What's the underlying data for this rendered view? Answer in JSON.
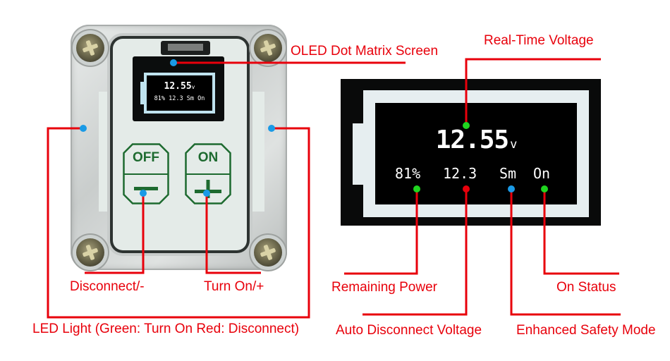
{
  "device": {
    "buttons": [
      {
        "label": "OFF",
        "symbol": "minus"
      },
      {
        "label": "ON",
        "symbol": "plus"
      }
    ],
    "mini_screen": {
      "voltage": "12.55",
      "unit": "v",
      "status_row": "81% 12.3 Sm On"
    }
  },
  "oled": {
    "voltage": "12.55",
    "unit": "v",
    "remaining_power": "81%",
    "auto_disconnect_voltage": "12.3",
    "safety_mode": "Sm",
    "on_status": "On"
  },
  "labels": {
    "oled_screen": "OLED Dot Matrix Screen",
    "real_time_voltage": "Real-Time Voltage",
    "disconnect": "Disconnect/-",
    "turn_on": "Turn On/+",
    "led_light": "LED Light  (Green: Turn On Red: Disconnect)",
    "remaining_power": "Remaining Power",
    "on_status": "On Status",
    "auto_disconnect_voltage": "Auto Disconnect Voltage",
    "enhanced_safety_mode": "Enhanced Safety Mode"
  },
  "colors": {
    "annotation": "#e8000b",
    "button_green": "#1d6a2f",
    "marker_blue": "#1a9ae6",
    "marker_green": "#1fd51f",
    "marker_red": "#e8000b",
    "battery_outline": "#e6eef0"
  }
}
